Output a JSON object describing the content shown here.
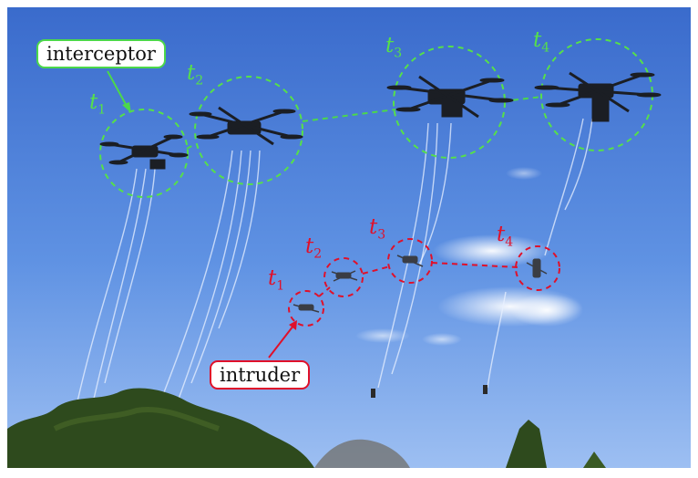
{
  "labels": {
    "interceptor": "interceptor",
    "intruder": "intruder"
  },
  "time_labels": {
    "t": "t",
    "s1": "1",
    "s2": "2",
    "s3": "3",
    "s4": "4"
  },
  "colors": {
    "sky_top": "#3a6fd0",
    "sky_bottom": "#8fb6ef",
    "interceptor_marker": "#4cd84a",
    "intruder_marker": "#e0102a",
    "trees": "#2f4a1c"
  }
}
